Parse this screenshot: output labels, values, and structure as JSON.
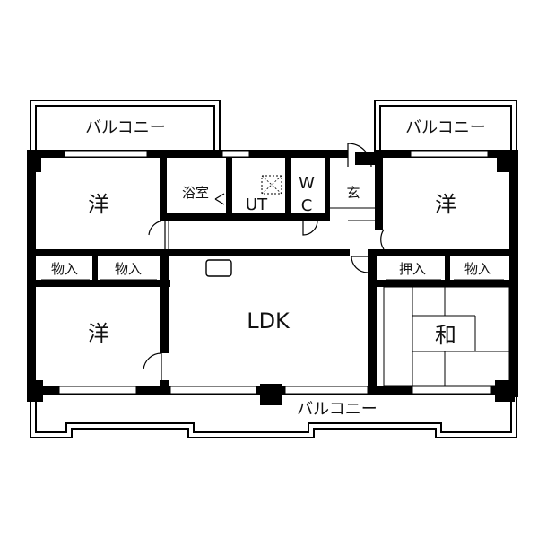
{
  "floorplan": {
    "rooms": {
      "western_top_left": "洋",
      "western_top_right": "洋",
      "western_bottom_left": "洋",
      "ldk": "LDK",
      "japanese": "和"
    },
    "wet_areas": {
      "bath": "浴室",
      "ut": "UT",
      "wc_top": "W",
      "wc_bottom": "C",
      "entrance": "玄"
    },
    "storage": {
      "closet_left_1": "物入",
      "closet_left_2": "物入",
      "oshiire": "押入",
      "closet_right": "物入"
    },
    "balconies": {
      "top_left": "バルコニー",
      "top_right": "バルコニー",
      "bottom": "バルコニー"
    }
  }
}
